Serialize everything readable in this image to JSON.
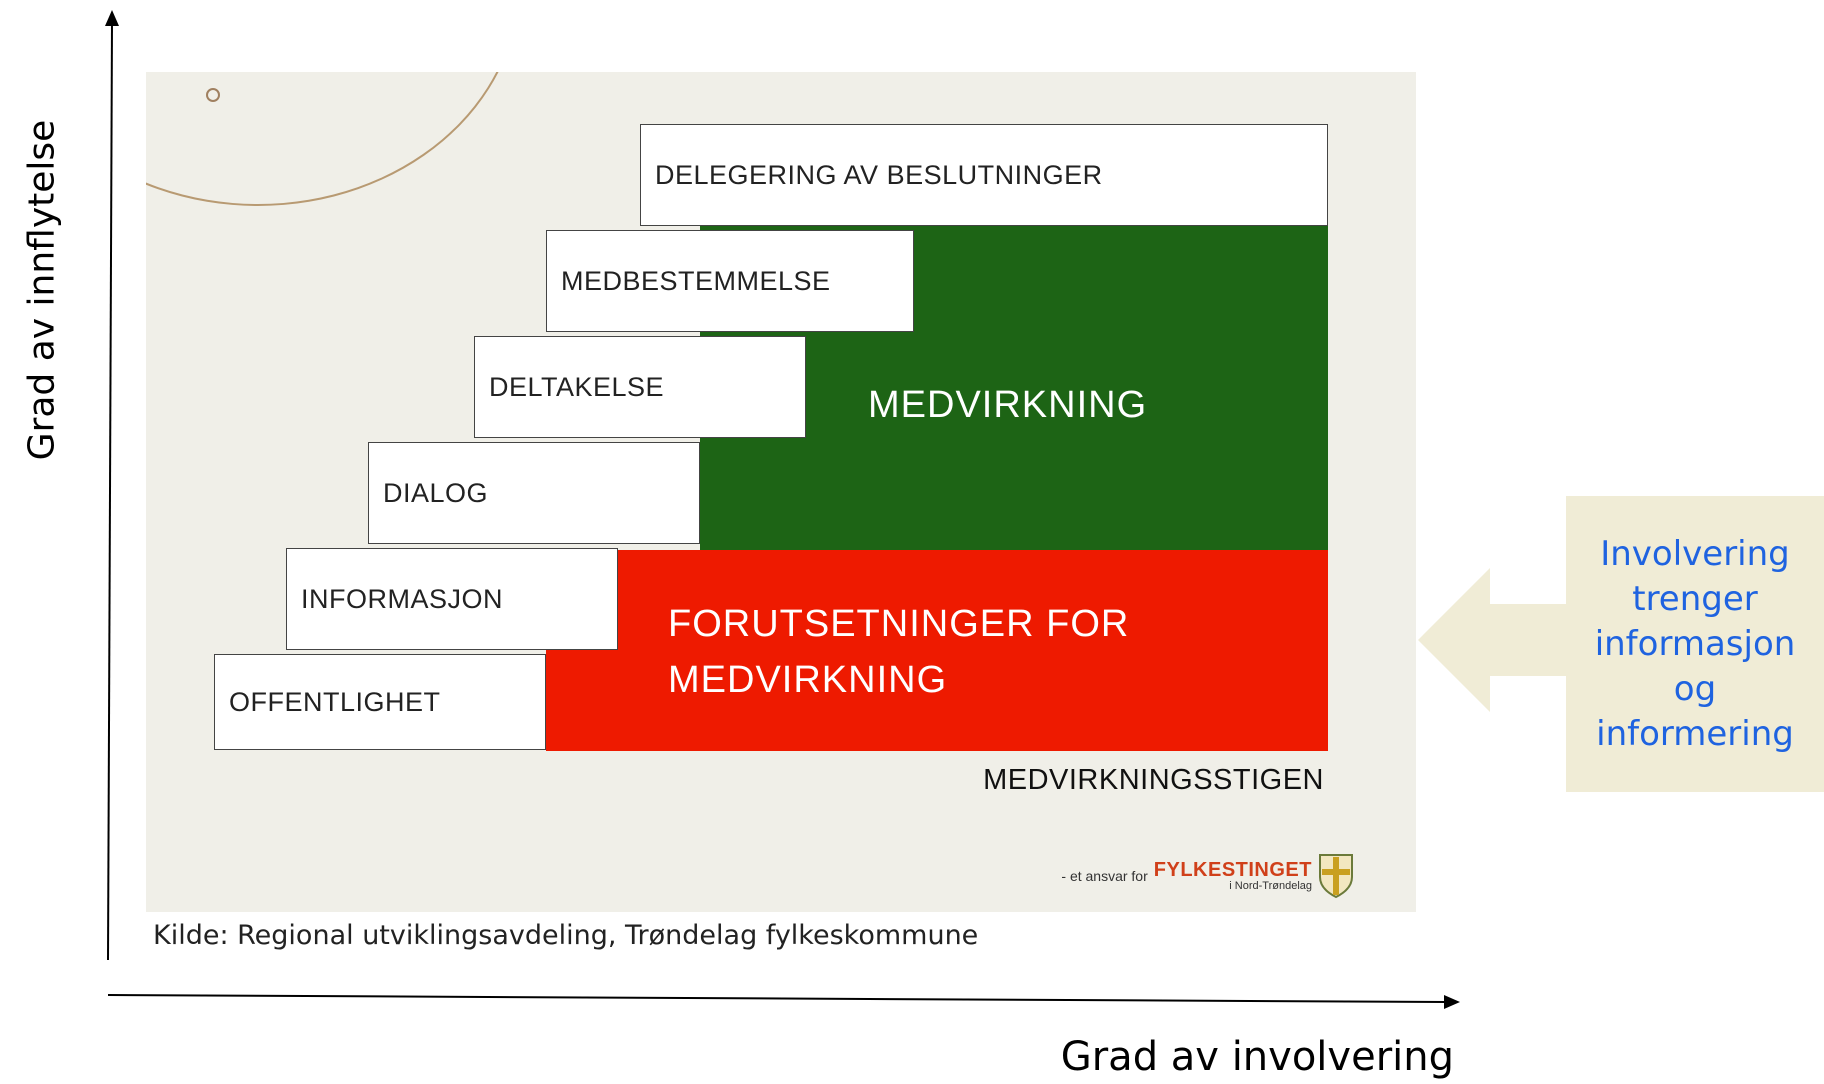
{
  "axes": {
    "y_label": "Grad av innflytelse",
    "x_label": "Grad av involvering"
  },
  "ladder": {
    "steps": [
      "DELEGERING AV BESLUTNINGER",
      "MEDBESTEMMELSE",
      "DELTAKELSE",
      "DIALOG",
      "INFORMASJON",
      "OFFENTLIGHET"
    ],
    "green_label": "MEDVIRKNING",
    "red_label_line1": "FORUTSETNINGER FOR",
    "red_label_line2": "MEDVIRKNING",
    "caption": "MEDVIRKNINGSSTIGEN",
    "credit_prefix": "- et ansvar for",
    "credit_org": "FYLKESTINGET",
    "credit_sub": "i Nord-Trøndelag"
  },
  "source": "Kilde: Regional utviklingsavdeling, Trøndelag fylkeskommune",
  "callout": {
    "text": "Involvering trenger informasjon og informering"
  },
  "colors": {
    "green": "#1d6415",
    "red": "#ee1a00",
    "callout_text": "#1f63e0",
    "callout_bg": "#f0ecd6",
    "slide_bg": "#f0efe8"
  }
}
